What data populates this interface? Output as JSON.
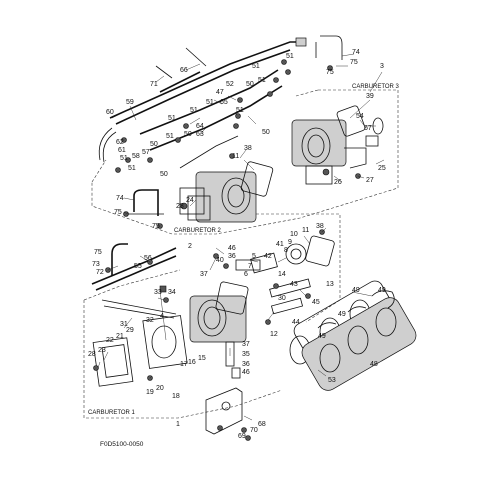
{
  "group_labels": {
    "carb1": "CARBURETOR 1",
    "carb2": "CARBURETOR 2",
    "carb3": "CARBURETOR 3"
  },
  "footer_code": "F0D5100-0050",
  "callouts": {
    "c3": "3",
    "c39": "39",
    "c54": "54",
    "c67": "67",
    "c75r": "75",
    "c74r": "74",
    "c66": "66",
    "c71": "71",
    "c59": "59",
    "c60": "60",
    "c64": "64",
    "c63": "63",
    "c62": "62",
    "c61": "61",
    "c51a": "51",
    "c58": "58",
    "c57": "57",
    "c50a": "50",
    "c51b": "51",
    "c51c": "51",
    "c51d": "51",
    "c47": "47",
    "c65": "65",
    "c52": "52",
    "c51e": "51",
    "c50b": "50",
    "c50c": "50",
    "c38a": "38",
    "c11a": "11",
    "c24": "24",
    "c28a": "28",
    "c74l": "74",
    "c75l": "75",
    "c75l2": "75",
    "c26": "26",
    "c27": "27",
    "c25": "25",
    "c2": "2",
    "c46": "46",
    "c40": "40",
    "c36a": "36",
    "c37a": "37",
    "c5": "5",
    "c42": "42",
    "c6": "6",
    "c7": "7",
    "c43": "43",
    "c14": "14",
    "c10": "10",
    "c41": "41",
    "c9": "9",
    "c8": "8",
    "c38b": "38",
    "c11b": "11",
    "c13": "13",
    "c45": "45",
    "c30": "30",
    "c44": "44",
    "c12": "12",
    "c75a": "75",
    "c73": "73",
    "c72": "72",
    "c56": "56",
    "c55": "55",
    "c33": "33",
    "c34": "34",
    "c31": "31",
    "c32": "32",
    "c4": "4",
    "c22": "22",
    "c21": "21",
    "c29": "29",
    "c23": "23",
    "c28b": "28",
    "c17": "17",
    "c15": "15",
    "c16": "16",
    "c20": "20",
    "c19": "19",
    "c18": "18",
    "c1": "1",
    "c35": "35",
    "c36b": "36",
    "c37b": "37",
    "c49a": "49",
    "c49b": "49",
    "c49c": "49",
    "c48": "48",
    "c53": "53",
    "c68": "68",
    "c70": "70",
    "c69": "69"
  }
}
